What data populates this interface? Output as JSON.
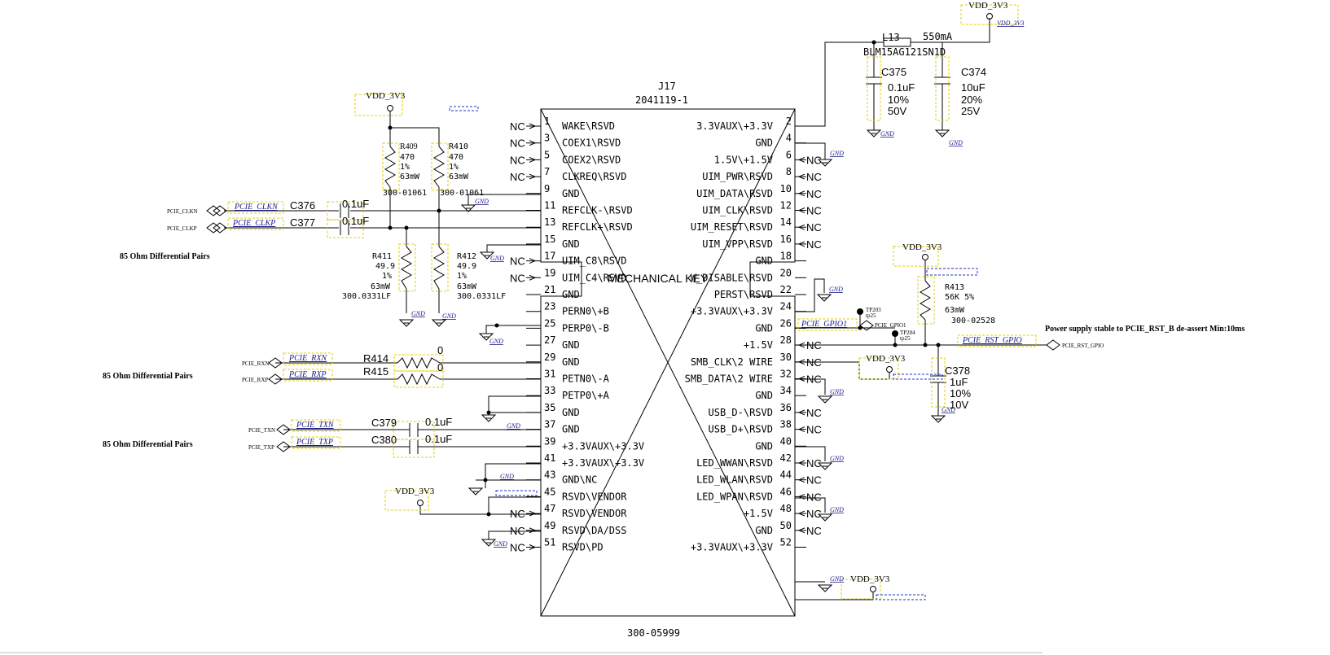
{
  "connector": {
    "ref": "J17",
    "part": "2041119-1",
    "footer": "300-05999",
    "mechanical_key": "MECHANICAL KEY",
    "left_pins": [
      {
        "num": "1",
        "name": "WAKE\\RSVD",
        "nc": true
      },
      {
        "num": "3",
        "name": "COEX1\\RSVD",
        "nc": true
      },
      {
        "num": "5",
        "name": "COEX2\\RSVD",
        "nc": true
      },
      {
        "num": "7",
        "name": "CLKREQ\\RSVD",
        "nc": true
      },
      {
        "num": "9",
        "name": "GND",
        "nc": false
      },
      {
        "num": "11",
        "name": "REFCLK-\\RSVD",
        "nc": false
      },
      {
        "num": "13",
        "name": "REFCLK+\\RSVD",
        "nc": false
      },
      {
        "num": "15",
        "name": "GND",
        "nc": false
      },
      {
        "num": "17",
        "name": "UIM_C8\\RSVD",
        "nc": true
      },
      {
        "num": "19",
        "name": "UIM_C4\\RSVD",
        "nc": true
      },
      {
        "num": "21",
        "name": "GND",
        "nc": false
      },
      {
        "num": "23",
        "name": "PERN0\\+B",
        "nc": false
      },
      {
        "num": "25",
        "name": "PERP0\\-B",
        "nc": false
      },
      {
        "num": "27",
        "name": "GND",
        "nc": false
      },
      {
        "num": "29",
        "name": "GND",
        "nc": false
      },
      {
        "num": "31",
        "name": "PETN0\\-A",
        "nc": false
      },
      {
        "num": "33",
        "name": "PETP0\\+A",
        "nc": false
      },
      {
        "num": "35",
        "name": "GND",
        "nc": false
      },
      {
        "num": "37",
        "name": "GND",
        "nc": false
      },
      {
        "num": "39",
        "name": "+3.3VAUX\\+3.3V",
        "nc": false
      },
      {
        "num": "41",
        "name": "+3.3VAUX\\+3.3V",
        "nc": false
      },
      {
        "num": "43",
        "name": "GND\\NC",
        "nc": false
      },
      {
        "num": "45",
        "name": "RSVD\\VENDOR",
        "nc": false
      },
      {
        "num": "47",
        "name": "RSVD\\VENDOR",
        "nc": true
      },
      {
        "num": "49",
        "name": "RSVD\\DA/DSS",
        "nc": true
      },
      {
        "num": "51",
        "name": "RSVD\\PD",
        "nc": true
      }
    ],
    "right_pins": [
      {
        "num": "2",
        "name": "3.3VAUX\\+3.3V",
        "nc": false
      },
      {
        "num": "4",
        "name": "GND",
        "nc": false
      },
      {
        "num": "6",
        "name": "1.5V\\+1.5V",
        "nc": true
      },
      {
        "num": "8",
        "name": "UIM_PWR\\RSVD",
        "nc": true
      },
      {
        "num": "10",
        "name": "UIM_DATA\\RSVD",
        "nc": true
      },
      {
        "num": "12",
        "name": "UIM_CLK\\RSVD",
        "nc": true
      },
      {
        "num": "14",
        "name": "UIM_RESET\\RSVD",
        "nc": true
      },
      {
        "num": "16",
        "name": "UIM_VPP\\RSVD",
        "nc": true
      },
      {
        "num": "18",
        "name": "GND",
        "nc": false
      },
      {
        "num": "20",
        "name": "W_DISABLE\\RSVD",
        "nc": false
      },
      {
        "num": "22",
        "name": "PERST\\RSVD",
        "nc": false
      },
      {
        "num": "24",
        "name": "+3.3VAUX\\+3.3V",
        "nc": false
      },
      {
        "num": "26",
        "name": "GND",
        "nc": false
      },
      {
        "num": "28",
        "name": "+1.5V",
        "nc": true
      },
      {
        "num": "30",
        "name": "SMB_CLK\\2 WIRE",
        "nc": true
      },
      {
        "num": "32",
        "name": "SMB_DATA\\2 WIRE",
        "nc": true
      },
      {
        "num": "34",
        "name": "GND",
        "nc": false
      },
      {
        "num": "36",
        "name": "USB_D-\\RSVD",
        "nc": true
      },
      {
        "num": "38",
        "name": "USB_D+\\RSVD",
        "nc": true
      },
      {
        "num": "40",
        "name": "GND",
        "nc": false
      },
      {
        "num": "42",
        "name": "LED_WWAN\\RSVD",
        "nc": true
      },
      {
        "num": "44",
        "name": "LED_WLAN\\RSVD",
        "nc": true
      },
      {
        "num": "46",
        "name": "LED_WPAN\\RSVD",
        "nc": true
      },
      {
        "num": "48",
        "name": "+1.5V",
        "nc": true
      },
      {
        "num": "50",
        "name": "GND",
        "nc": true
      },
      {
        "num": "52",
        "name": "+3.3VAUX\\+3.3V",
        "nc": false
      }
    ]
  },
  "nc_label": "NC",
  "gnd_label": "GND",
  "power_label": "VDD_3V3",
  "resistors": {
    "r409": {
      "ref": "R409",
      "val": "470",
      "tol": "1%",
      "pwr": "63mW",
      "pn": "300-01061"
    },
    "r410": {
      "ref": "R410",
      "val": "470",
      "tol": "1%",
      "pwr": "63mW",
      "pn": "300-01061"
    },
    "r411": {
      "ref": "R411",
      "val": "49.9",
      "tol": "1%",
      "pwr": "63mW",
      "pn": "300.0331LF"
    },
    "r412": {
      "ref": "R412",
      "val": "49.9",
      "tol": "1%",
      "pwr": "63mW",
      "pn": "300.0331LF"
    },
    "r413": {
      "ref": "R413",
      "val": "56K 5%",
      "pwr": "63mW",
      "pn": "300-02528"
    },
    "r414": {
      "ref": "R414",
      "val": "0"
    },
    "r415": {
      "ref": "R415",
      "val": "0"
    }
  },
  "capacitors": {
    "c374": {
      "ref": "C374",
      "val": "10uF",
      "tol": "20%",
      "volt": "25V"
    },
    "c375": {
      "ref": "C375",
      "val": "0.1uF",
      "tol": "10%",
      "volt": "50V"
    },
    "c376": {
      "ref": "C376",
      "val": "0.1uF"
    },
    "c377": {
      "ref": "C377",
      "val": "0.1uF"
    },
    "c378": {
      "ref": "C378",
      "val": "1uF",
      "tol": "10%",
      "volt": "10V"
    },
    "c379": {
      "ref": "C379",
      "val": "0.1uF"
    },
    "c380": {
      "ref": "C380",
      "val": "0.1uF"
    }
  },
  "inductor": {
    "ref": "L13",
    "part": "BLM15AG121SN1D",
    "current": "550mA"
  },
  "testpoints": [
    {
      "ref": "TP203",
      "pkg": "tp25"
    },
    {
      "ref": "TP204",
      "pkg": "tp25"
    }
  ],
  "nets": {
    "clkn": "PCIE_CLKN",
    "clkp": "PCIE_CLKP",
    "rxn": "PCIE_RXN",
    "rxp": "PCIE_RXP",
    "txn": "PCIE_TXN",
    "txp": "PCIE_TXP",
    "gpio1": "PCIE_GPIO1",
    "rst_gpio": "PCIE_RST_GPIO",
    "port_clkn": "PCIE_CLKN",
    "port_clkp": "PCIE_CLKP",
    "port_rxn": "PCIE_RXN",
    "port_rxp": "PCIE_RXP",
    "port_txn": "PCIE_TXN",
    "port_txp": "PCIE_TXP",
    "port_gpio1": "PCIE_GPIO1",
    "port_rst": "PCIE_RST_GPIO",
    "vdd_small": "VDD_3V3"
  },
  "notes": {
    "diff1": "85 Ohm Differential Pairs",
    "diff2": "85 Ohm Differential Pairs",
    "diff3": "85 Ohm Differential Pairs",
    "power_stable": "Power supply stable to PCIE_RST_B de-assert Min:10ms"
  }
}
